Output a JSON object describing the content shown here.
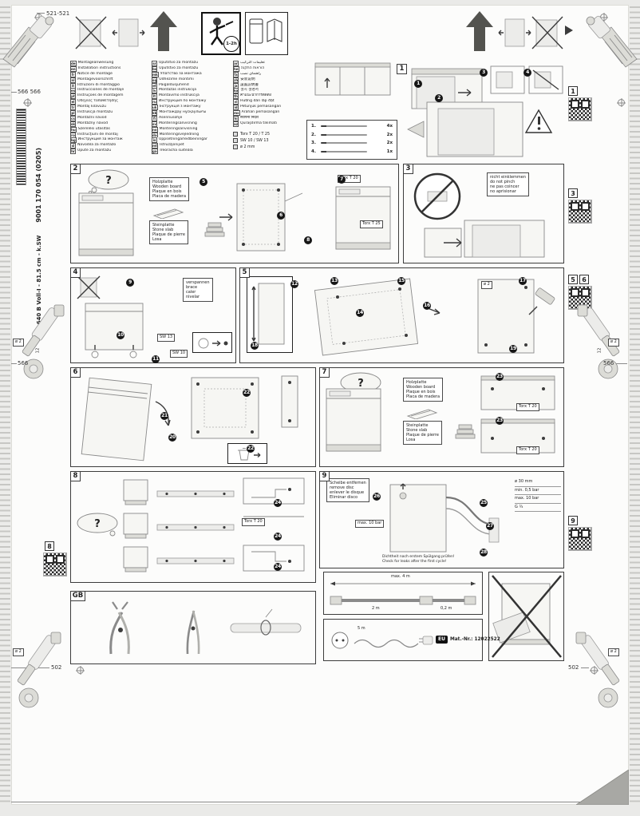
{
  "marks": {
    "top_left": "521-521",
    "left_mid": "566 566",
    "left_low": "566",
    "right_low": "566",
    "left_bottom": "502",
    "right_bottom": "502",
    "dia2": "ø 2",
    "dia12": "12"
  },
  "spine": {
    "model": "GV 640 B Voll-I - 81.5 cm - k.SW",
    "code": "9001 170 054 (0205)"
  },
  "header": {
    "time": "1-2h"
  },
  "languages": {
    "col1": [
      {
        "code": "de",
        "label": "Montageanweisung"
      },
      {
        "code": "en",
        "label": "Installation instructions"
      },
      {
        "code": "fr",
        "label": "Notice de montage"
      },
      {
        "code": "nl",
        "label": "Montagevoorschrift"
      },
      {
        "code": "it",
        "label": "Istruzioni di montaggio"
      },
      {
        "code": "es",
        "label": "Instrucciones de montaje"
      },
      {
        "code": "pt",
        "label": "Instruções de montagem"
      },
      {
        "code": "el",
        "label": "Οδηγίες τοποθέτησης"
      },
      {
        "code": "tr",
        "label": "Montaj kılavuzu"
      },
      {
        "code": "pl",
        "label": "Instrukcja montażu"
      },
      {
        "code": "cs",
        "label": "Montážní návod"
      },
      {
        "code": "sk",
        "label": "Montážny návod"
      },
      {
        "code": "hu",
        "label": "Szerelési utasítás"
      },
      {
        "code": "ro",
        "label": "Instrucţiuni de montaj"
      },
      {
        "code": "bg",
        "label": "Инструкция за монтаж"
      },
      {
        "code": "sl",
        "label": "Navodila za montažo"
      },
      {
        "code": "hr",
        "label": "Upute za montažu"
      }
    ],
    "col2": [
      {
        "code": "sr",
        "label": "Uputstvo za montažu"
      },
      {
        "code": "bs",
        "label": "Uputstvo za montažu"
      },
      {
        "code": "mk",
        "label": "Упатство за монтажа"
      },
      {
        "code": "sq",
        "label": "Udhëzime montimi"
      },
      {
        "code": "et",
        "label": "Paigaldusjuhend"
      },
      {
        "code": "lv",
        "label": "Montāžas instrukcija"
      },
      {
        "code": "lt",
        "label": "Montavimo instrukcija"
      },
      {
        "code": "ru",
        "label": "Инструкция по монтажу"
      },
      {
        "code": "uk",
        "label": "Інструкція з монтажу"
      },
      {
        "code": "kk",
        "label": "Монтаждау нұсқаулығы"
      },
      {
        "code": "fi",
        "label": "Asennusohje"
      },
      {
        "code": "sv",
        "label": "Monteringsanvisning"
      },
      {
        "code": "no",
        "label": "Monteringsanvisning"
      },
      {
        "code": "da",
        "label": "Monteringsvejledning"
      },
      {
        "code": "is",
        "label": "Uppsetningarleiðbeiningar"
      },
      {
        "code": "mt",
        "label": "Istruzzjonijiet"
      },
      {
        "code": "ga",
        "label": "Treoracha suiteála"
      }
    ],
    "col3": [
      {
        "code": "ar",
        "label": "تعليمات التركيب"
      },
      {
        "code": "he",
        "label": "הוראות התקנה"
      },
      {
        "code": "fa",
        "label": "راهنمای نصب"
      },
      {
        "code": "zh",
        "label": "安装说明"
      },
      {
        "code": "ja",
        "label": "設置説明書"
      },
      {
        "code": "ko",
        "label": "설치 설명서"
      },
      {
        "code": "th",
        "label": "คำแนะนำการติดตั้ง"
      },
      {
        "code": "vi",
        "label": "Hướng dẫn lắp đặt"
      },
      {
        "code": "id",
        "label": "Petunjuk pemasangan"
      },
      {
        "code": "ms",
        "label": "Arahan pemasangan"
      },
      {
        "code": "hi",
        "label": "स्थापना निर्देश"
      },
      {
        "code": "az",
        "label": "Quraşdırma təlimatı"
      }
    ]
  },
  "legend": [
    "Torx T 20 / T 25",
    "SW 10 / SW 13",
    "ø 2 mm"
  ],
  "steps": {
    "s1": "1",
    "s2": "2",
    "s3": "3",
    "s4": "4",
    "s5": "5",
    "s6": "6",
    "s7": "7",
    "s8": "8",
    "s9": "9",
    "s10": "10",
    "s11": "11",
    "s12": "12",
    "s13": "13",
    "s14": "14",
    "s15": "15",
    "s16": "16",
    "s17": "17",
    "s18": "18",
    "s19": "19",
    "s20": "20",
    "s21": "21",
    "s22": "22",
    "s23": "23",
    "s24": "24",
    "s25": "25",
    "s26": "26",
    "s27": "27",
    "s28": "28"
  },
  "panels": {
    "p1": {
      "num": "1",
      "parts": [
        {
          "n": "1.",
          "qty": "4x"
        },
        {
          "n": "2.",
          "qty": "2x"
        },
        {
          "n": "3.",
          "qty": "2x"
        },
        {
          "n": "4.",
          "qty": "1x"
        }
      ]
    },
    "p2": {
      "num": "2",
      "question": "?",
      "wood": [
        "Holzplatte",
        "Wooden board",
        "Plaque en bois",
        "Placa de madera"
      ],
      "stone": [
        "Steinplatte",
        "Stone slab",
        "Plaque de pierre",
        "Losa"
      ],
      "torx20": "Torx T 20",
      "torx25": "Torx T 25"
    },
    "p3": {
      "num": "3",
      "warning": [
        "nicht einklemmen",
        "do not pinch",
        "ne pas coincer",
        "no aprisionar"
      ]
    },
    "p4": {
      "num": "4",
      "brace": [
        "verspannen",
        "brace",
        "caler",
        "nivelar"
      ],
      "sw13": "SW 13",
      "sw10": "SW 10"
    },
    "p5": {
      "num": "5",
      "drill": "ø 2"
    },
    "p6": {
      "num": "6"
    },
    "p7": {
      "num": "7",
      "question": "?",
      "wood": [
        "Holzplatte",
        "Wooden board",
        "Plaque en bois",
        "Placa de madera"
      ],
      "stone": [
        "Steinplatte",
        "Stone slab",
        "Plaque de pierre",
        "Losa"
      ],
      "torx20": "Torx T 20"
    },
    "p8": {
      "num": "8",
      "question": "?",
      "torx20": "Torx T 20"
    },
    "p9": {
      "num": "9",
      "remove": [
        "Scheibe entfernen",
        "remove disc",
        "enlever le disque",
        "Eliminar disco"
      ],
      "max_bar": "max. 10 bar",
      "specs": [
        "ø 30 mm",
        "min. 0,5 bar",
        "max. 10 bar",
        "G ¾"
      ],
      "note": [
        "Dichtheit nach erstem Spülgang prüfen!",
        "Check for leaks after the first cycle!"
      ]
    },
    "gb": {
      "num": "GB"
    },
    "hose": {
      "span": "max. 4 m",
      "seg_a": "2 m",
      "seg_b": "0,2 m"
    },
    "power": {
      "length": "5 m",
      "badge": "EU",
      "mat": "Mat.-Nr.: 12022522"
    }
  },
  "qr": {
    "q1": "1",
    "q3": "3",
    "q5": "5",
    "q6": "6",
    "q8": "8",
    "q9": "9"
  }
}
